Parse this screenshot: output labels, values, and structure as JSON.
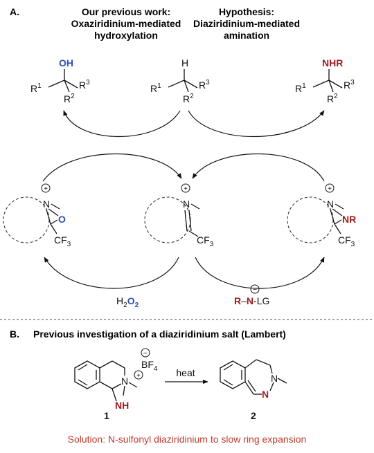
{
  "section_a": {
    "letter": "A.",
    "left_title": [
      "Our previous work:",
      "Oxaziridinium-mediated",
      "hydroxylation"
    ],
    "right_title": [
      "Hypothesis:",
      "Diaziridinium-mediated",
      "amination"
    ]
  },
  "substrate": {
    "h": "H",
    "r1": "R",
    "r1_sup": "1",
    "r2": "R",
    "r2_sup": "2",
    "r3": "R",
    "r3_sup": "3"
  },
  "product_oh": {
    "group": "OH",
    "r1": "R",
    "r1_sup": "1",
    "r2": "R",
    "r2_sup": "2",
    "r3": "R",
    "r3_sup": "3"
  },
  "product_nhr": {
    "group": "NHR",
    "r1": "R",
    "r1_sup": "1",
    "r2": "R",
    "r2_sup": "2",
    "r3": "R",
    "r3_sup": "3"
  },
  "oxaziridinium": {
    "n": "N",
    "o": "O",
    "cf3": "CF",
    "cf3_sub": "3",
    "charge": "+"
  },
  "iminium": {
    "n": "N",
    "cf3": "CF",
    "cf3_sub": "3",
    "charge": "+"
  },
  "diaziridinium": {
    "n": "N",
    "nr": "NR",
    "cf3": "CF",
    "cf3_sub": "3",
    "charge": "+"
  },
  "reagents": {
    "h2o2": {
      "h": "H",
      "h_sub": "2",
      "o": "O",
      "o_sub": "2"
    },
    "amine": {
      "r": "R",
      "dash": "–",
      "n": "N",
      "lg": "-LG",
      "charge": "−"
    }
  },
  "section_b": {
    "letter": "B.",
    "title": "Previous investigation of a diaziridinium salt (Lambert)",
    "counterion": "BF",
    "counterion_sub": "4",
    "counterion_charge": "−",
    "cation_charge": "+",
    "arrow_label": "heat",
    "compound1_n": "N",
    "compound1_nh": "NH",
    "compound1_label": "1",
    "compound2_n1": "N",
    "compound2_n2": "N",
    "compound2_label": "2",
    "solution": "Solution: N-sulfonyl diaziridinium to slow ring expansion"
  },
  "colors": {
    "blue": "#2f4fb4",
    "red": "#a01c1c",
    "solution_red": "#c23a2e",
    "ink": "#111111"
  }
}
